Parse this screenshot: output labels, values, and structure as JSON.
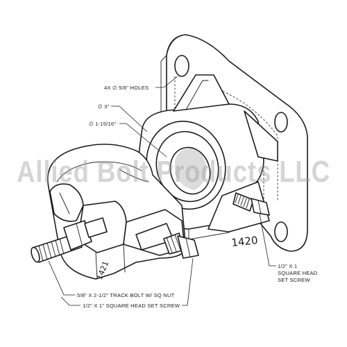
{
  "callouts": {
    "holes": "4X ∅ 5/8\" HOLES",
    "dia_3": "∅ 3\"",
    "dia_1_15_16": "∅ 1-15/16\"",
    "set_screw_right_line1": "1/2\" X 1",
    "set_screw_right_line2": "SQUARE HEAD",
    "set_screw_right_line3": "SET SCREW",
    "track_bolt": "5/8\" X  2-1/2\" TRACK BOLT W/ SQ NUT",
    "set_screw_bottom": "1/2\" X 1\" SQUARE HEAD SET SCREW"
  },
  "part_numbers": {
    "bracket": "1420",
    "clamp": "1421"
  },
  "watermark": "Allied Bolt Products LLC"
}
